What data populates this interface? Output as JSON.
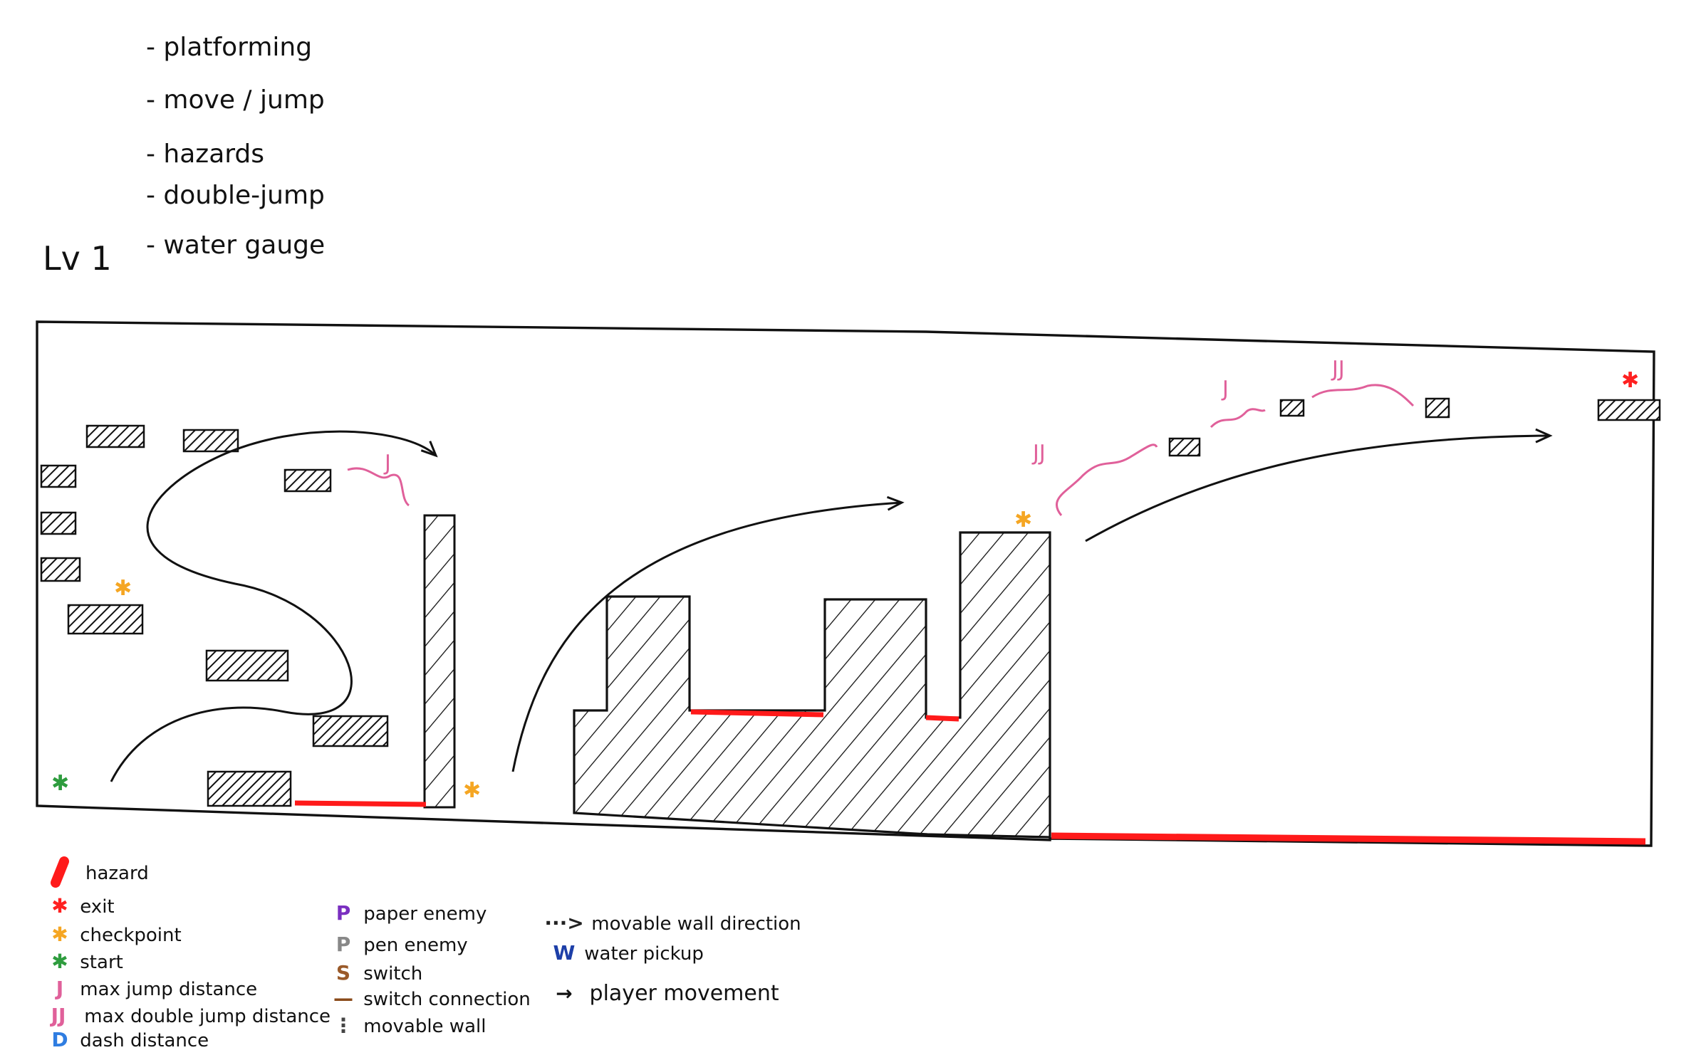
{
  "level_label": "Lv 1",
  "notes": [
    "- platforming",
    "- move / jump",
    "- hazards",
    "- double-jump",
    "- water gauge"
  ],
  "map_annotations": {
    "jump": "J",
    "double_jump": "JJ"
  },
  "legend": {
    "col1": [
      {
        "symbol": "",
        "label": "hazard",
        "color": "#ff1a1a"
      },
      {
        "symbol": "✱",
        "label": "exit",
        "color": "#ff2020"
      },
      {
        "symbol": "✱",
        "label": "checkpoint",
        "color": "#f5a623"
      },
      {
        "symbol": "✱",
        "label": "start",
        "color": "#2e9c3e"
      },
      {
        "symbol": "J",
        "label": "max jump distance",
        "color": "#e0609a"
      },
      {
        "symbol": "JJ",
        "label": "max double jump distance",
        "color": "#e0609a"
      },
      {
        "symbol": "D",
        "label": "dash distance",
        "color": "#2f7de1"
      }
    ],
    "col2": [
      {
        "symbol": "P",
        "label": "paper enemy",
        "color": "#7a2fc0"
      },
      {
        "symbol": "P",
        "label": "pen enemy",
        "color": "#888888"
      },
      {
        "symbol": "S",
        "label": "switch",
        "color": "#9a5a2a"
      },
      {
        "symbol": "—",
        "label": "switch connection",
        "color": "#8a4a1a"
      },
      {
        "symbol": "⋮",
        "label": "movable wall",
        "color": "#444444"
      }
    ],
    "col3": [
      {
        "symbol": "···>",
        "label": "movable wall direction",
        "color": "#222222"
      },
      {
        "symbol": "W",
        "label": "water pickup",
        "color": "#1d3fa8"
      },
      {
        "symbol": "→",
        "label": "player movement",
        "color": "#111111"
      }
    ]
  },
  "colors": {
    "hazard": "#ff1a1a",
    "checkpoint": "#f5a623",
    "start": "#2e9c3e",
    "exit": "#ff2020",
    "jump": "#e0609a"
  }
}
